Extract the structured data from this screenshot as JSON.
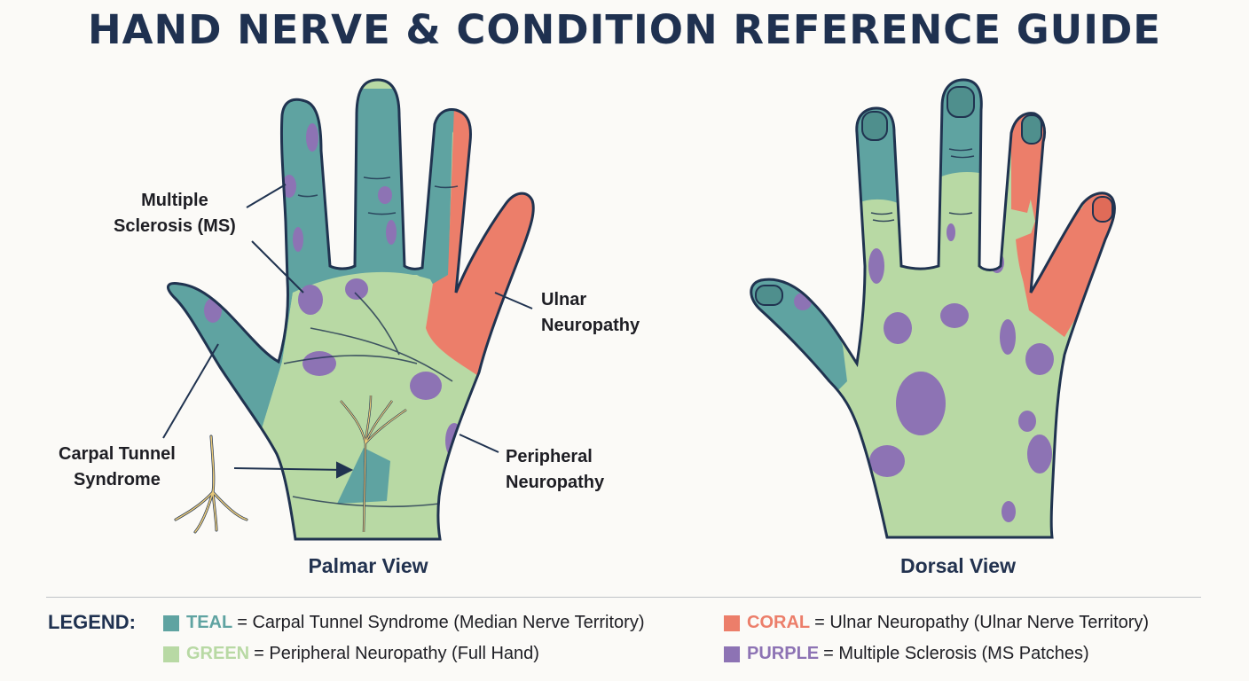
{
  "title": "HAND NERVE & CONDITION REFERENCE GUIDE",
  "colors": {
    "teal": "#5fa3a1",
    "green": "#b8d9a4",
    "coral": "#ec7e6a",
    "purple": "#8d73b4",
    "outline": "#203350",
    "nerve": "#e8c97a"
  },
  "views": {
    "palmar": "Palmar View",
    "dorsal": "Dorsal View"
  },
  "annotations": {
    "ms": [
      "Multiple",
      "Sclerosis (MS)"
    ],
    "ulnar": [
      "Ulnar",
      "Neuropathy"
    ],
    "carpal": [
      "Carpal Tunnel",
      "Syndrome"
    ],
    "peripheral": [
      "Peripheral",
      "Neuropathy"
    ]
  },
  "legend": {
    "title": "LEGEND:",
    "items": [
      {
        "key": "TEAL",
        "text": "= Carpal Tunnel Syndrome (Median Nerve Territory)",
        "color": "#5fa3a1"
      },
      {
        "key": "CORAL",
        "text": "= Ulnar Neuropathy (Ulnar Nerve Territory)",
        "color": "#ec7e6a"
      },
      {
        "key": "GREEN",
        "text": "= Peripheral Neuropathy (Full Hand)",
        "color": "#b8d9a4"
      },
      {
        "key": "PURPLE",
        "text": "= Multiple Sclerosis (MS Patches)",
        "color": "#8d73b4"
      }
    ]
  }
}
